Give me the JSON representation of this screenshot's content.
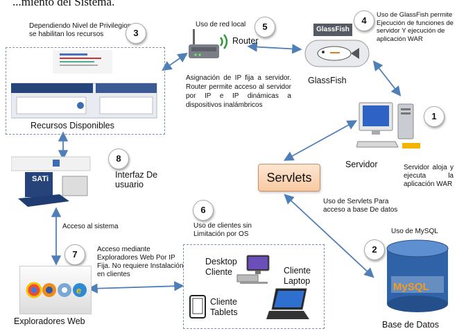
{
  "title": "...miento del Sistema.",
  "nodes": {
    "recursos": {
      "number": "3",
      "label": "Recursos Disponibles",
      "note": "Dependiendo Nivel de Privilegios se habilitan los recursos"
    },
    "router": {
      "number": "5",
      "label": "Router",
      "note_top": "Uso de red local",
      "description": "Asignación de IP fija a servidor. Router permite acceso al servidor por IP e IP dinámicas a dispositivos inalámbricos"
    },
    "glassfish": {
      "number": "4",
      "label": "GlassFish",
      "logo_text": "GlassFish",
      "note": "Uso de GlassFish permite Ejecución de funciones de servidor Y ejecución de aplicación WAR"
    },
    "servidor": {
      "number": "1",
      "label": "Servidor",
      "note": "Servidor aloja y ejecuta la aplicación WAR"
    },
    "servlets": {
      "label": "Servlets",
      "note": "Uso de Servlets Para acceso a base De datos"
    },
    "interfaz": {
      "number": "8",
      "label": "Interfaz De usuario",
      "app_text": "SATi"
    },
    "clientes": {
      "number": "6",
      "note": "Uso de clientes sin Limitación por OS",
      "desktop_label": "Desktop Cliente",
      "laptop_label": "Cliente Laptop",
      "tablet_label": "Cliente Tablets"
    },
    "exploradores": {
      "number": "7",
      "label": "Exploradores Web",
      "note": "Acceso mediante Exploradores Web Por IP Fija. No requiere Instalación en clientes"
    },
    "database": {
      "number": "2",
      "label": "Base de Datos",
      "note": "Uso de MySQL",
      "logo_text": "MySQL"
    },
    "acceso": {
      "label": "Acceso al sistema"
    }
  },
  "colors": {
    "arrow": "#4f7fb8",
    "dash": "#7a8ea8",
    "servlets_fill": "#f8caa2",
    "db_blue": "#2f62a6"
  },
  "icons": [
    "router-icon",
    "glassfish-logo",
    "desktop-computer-icon",
    "database-icon",
    "browser-icons",
    "laptop-icon",
    "tablet-icon",
    "desktop-monitor-icon"
  ]
}
